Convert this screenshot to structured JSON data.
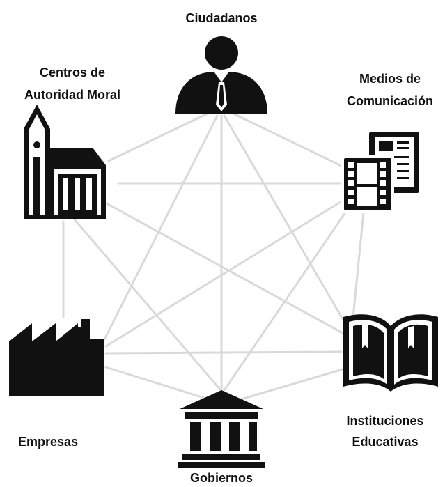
{
  "nodes": [
    {
      "id": "ciudadanos",
      "label_lines": [
        "Ciudadanos"
      ],
      "icon": "person-icon"
    },
    {
      "id": "medios",
      "label_lines": [
        "Medios de",
        "Comunicación"
      ],
      "icon": "media-newspaper-film-icon"
    },
    {
      "id": "instituciones",
      "label_lines": [
        "Instituciones",
        "Educativas"
      ],
      "icon": "open-book-icon"
    },
    {
      "id": "gobiernos",
      "label_lines": [
        "Gobiernos"
      ],
      "icon": "government-building-icon"
    },
    {
      "id": "empresas",
      "label_lines": [
        "Empresas"
      ],
      "icon": "factory-icon"
    },
    {
      "id": "centros",
      "label_lines": [
        "Centros de",
        "Autoridad Moral"
      ],
      "icon": "church-icon"
    }
  ],
  "edges": [
    [
      "ciudadanos",
      "medios"
    ],
    [
      "ciudadanos",
      "instituciones"
    ],
    [
      "ciudadanos",
      "gobiernos"
    ],
    [
      "ciudadanos",
      "empresas"
    ],
    [
      "ciudadanos",
      "centros"
    ],
    [
      "medios",
      "instituciones"
    ],
    [
      "medios",
      "gobiernos"
    ],
    [
      "medios",
      "empresas"
    ],
    [
      "medios",
      "centros"
    ],
    [
      "instituciones",
      "gobiernos"
    ],
    [
      "instituciones",
      "empresas"
    ],
    [
      "instituciones",
      "centros"
    ],
    [
      "gobiernos",
      "empresas"
    ],
    [
      "gobiernos",
      "centros"
    ],
    [
      "empresas",
      "centros"
    ]
  ],
  "colors": {
    "icon": "#111111",
    "connection": "#d9d9d9",
    "background": "#ffffff"
  }
}
